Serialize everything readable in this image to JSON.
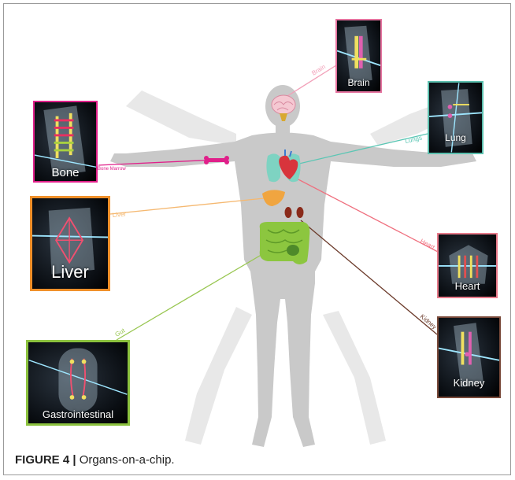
{
  "caption": {
    "figure_label": "FIGURE 4 |",
    "text": " Organs-on-a-chip."
  },
  "connector_labels": {
    "brain": "Brain",
    "lungs": "Lungs",
    "bone_marrow": "Bone Marrow",
    "liver": "Liver",
    "heart": "Heart",
    "kidney": "Kidney",
    "gut": "Gut"
  },
  "chips": {
    "brain": {
      "label": "Brain",
      "border_color": "#e5739f"
    },
    "lung": {
      "label": "Lung",
      "border_color": "#5bbfae"
    },
    "bone": {
      "label": "Bone",
      "border_color": "#e0208a"
    },
    "liver": {
      "label": "Liver",
      "border_color": "#f0902a"
    },
    "heart": {
      "label": "Heart",
      "border_color": "#e87a8a"
    },
    "kidney": {
      "label": "Kidney",
      "border_color": "#7a4a3a"
    },
    "gastrointestinal": {
      "label": "Gastrointestinal",
      "border_color": "#8cc23f"
    }
  },
  "colors": {
    "body_silhouette": "#c8c8c8",
    "shadow_silhouette": "#e6e6e6",
    "brain_line": "#f2a0b8",
    "lung_line": "#5bc6b4",
    "bone_line": "#e0208a",
    "liver_line": "#f5b870",
    "heart_line": "#ef6f7e",
    "kidney_line": "#6b3a2a",
    "gut_line": "#98c650"
  }
}
